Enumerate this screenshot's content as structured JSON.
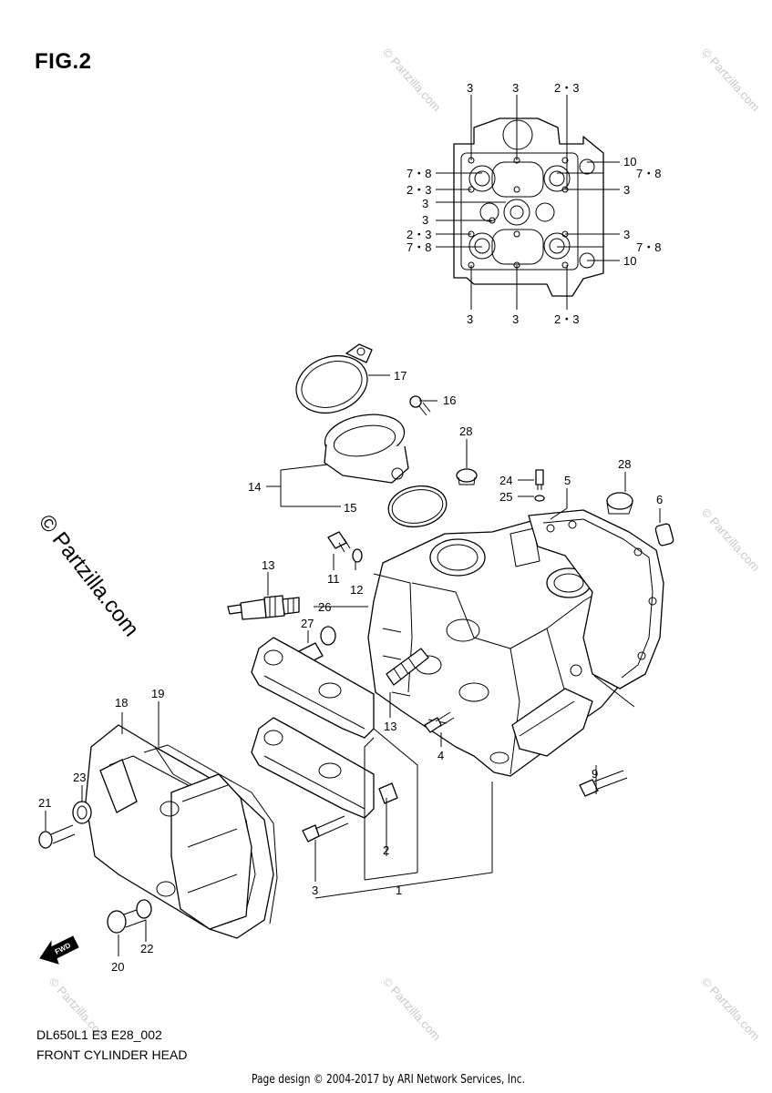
{
  "figure": {
    "title": "FIG.2",
    "model_code": "DL650L1 E3 E28_002",
    "name": "FRONT CYLINDER HEAD"
  },
  "credit": "Page design © 2004-2017 by ARI Network Services, Inc.",
  "watermark": {
    "main": "© Partzilla.com",
    "faint": "© Partzilla.com"
  },
  "callouts": {
    "top_view": [
      "3",
      "3",
      "2・3",
      "10",
      "7・8",
      "7・8",
      "2・3",
      "3",
      "3",
      "3",
      "2・3",
      "3",
      "7・8",
      "7・8",
      "10",
      "3",
      "3",
      "2・3"
    ],
    "main": [
      "17",
      "16",
      "14",
      "15",
      "28",
      "24",
      "25",
      "5",
      "28",
      "6",
      "13",
      "11",
      "12",
      "26",
      "27",
      "13",
      "4",
      "9",
      "18",
      "19",
      "23",
      "21",
      "2",
      "1",
      "3",
      "20",
      "22"
    ]
  },
  "badge": "FWD",
  "colors": {
    "line": "#000000",
    "watermark_faint": "#c9c9c9"
  }
}
